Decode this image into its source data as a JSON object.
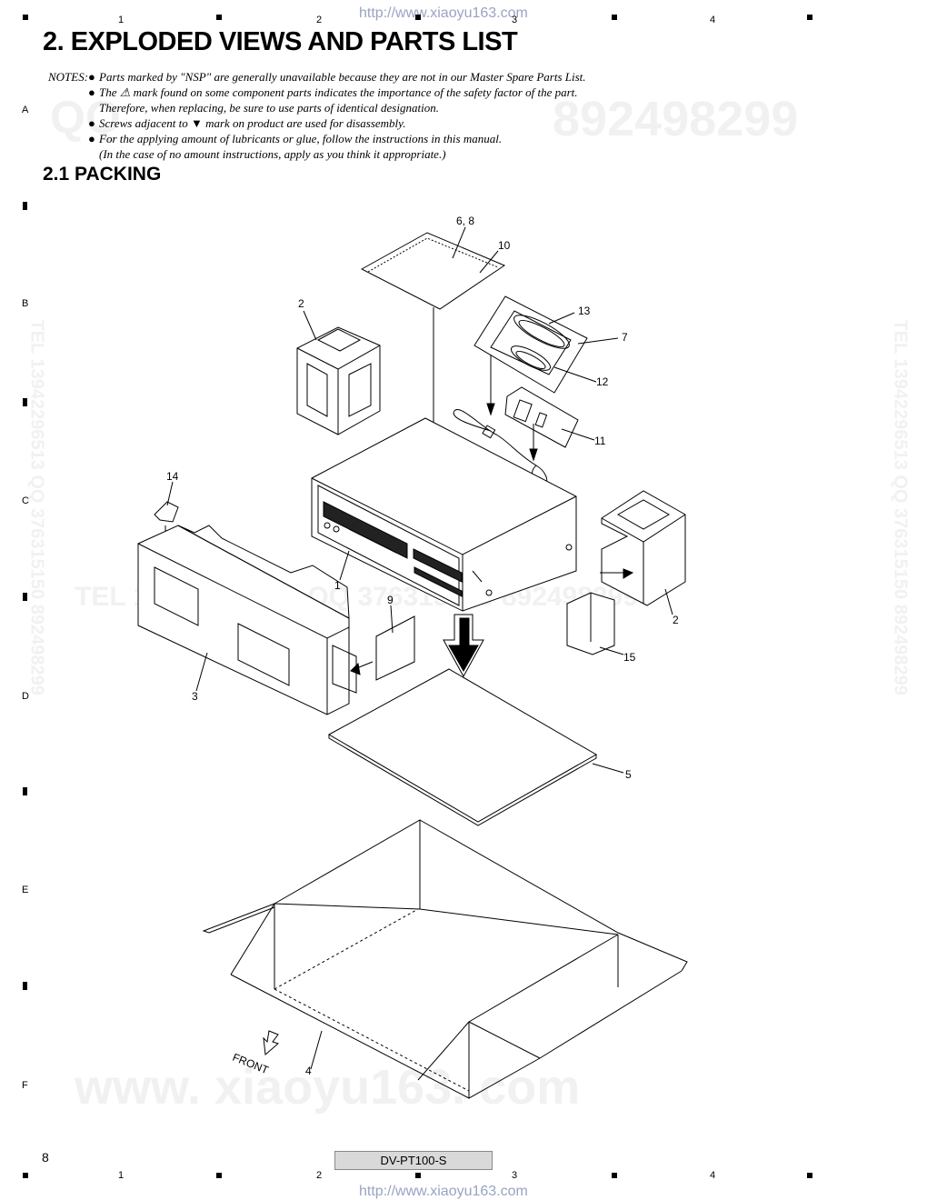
{
  "header_url": "http://www.xiaoyu163.com",
  "footer_url": "http://www.xiaoyu163.com",
  "grid_columns": [
    "1",
    "2",
    "3",
    "4"
  ],
  "grid_rows": [
    "A",
    "B",
    "C",
    "D",
    "E",
    "F"
  ],
  "title": "2. EXPLODED VIEWS AND PARTS LIST",
  "notes": {
    "label": "NOTES:",
    "lines": [
      "Parts marked by \"NSP\" are generally unavailable because they are not in our Master Spare Parts List.",
      "The ⚠ mark found on some component parts indicates the importance of the safety factor of the part.",
      "Therefore, when replacing, be sure to use parts of identical designation.",
      "Screws adjacent to ▼ mark on product are used for disassembly.",
      "For the applying amount of lubricants or glue, follow the instructions in this manual.",
      "(In the case of no amount instructions, apply as you think it appropriate.)"
    ]
  },
  "section_title": "2.1  PACKING",
  "callouts": {
    "c68": "6, 8",
    "c10": "10",
    "c2a": "2",
    "c13": "13",
    "c7": "7",
    "c12": "12",
    "c11": "11",
    "c14": "14",
    "c1": "1",
    "c9": "9",
    "c2b": "2",
    "c15": "15",
    "c3": "3",
    "c5": "5",
    "c4": "4",
    "front": "FRONT"
  },
  "page_number": "8",
  "model": "DV-PT100-S",
  "watermarks": {
    "qq_left": "QQ",
    "qq_right": "892498299",
    "tel_mid": "TEL 13942296513   QQ 376315150  892498299",
    "www": "www. xiaoyu163. com",
    "side_left": "TEL 13942296513  QQ 376315150  892498299",
    "side_right": "TEL 13942296513  QQ 376315150  892498299"
  }
}
